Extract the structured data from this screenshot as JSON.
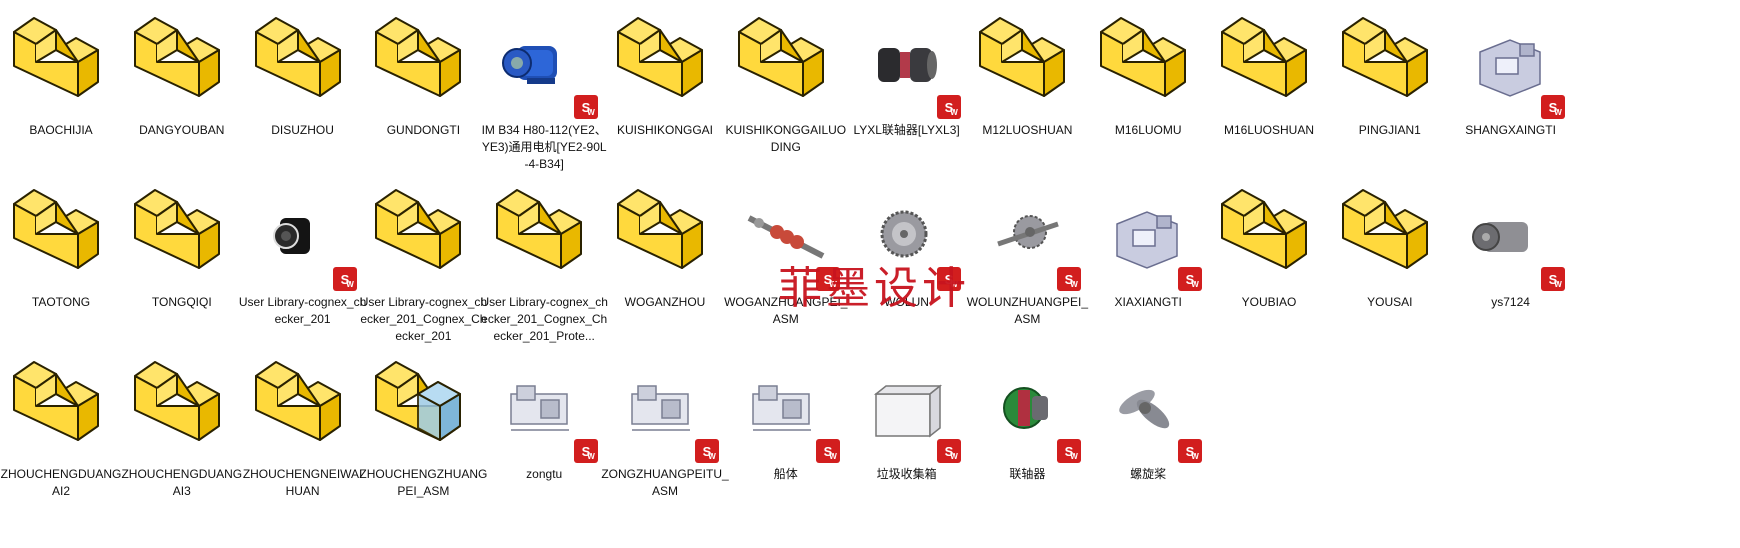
{
  "watermark": "菲墨设计",
  "sw_badge_text": "S",
  "colors": {
    "folder_face": "#FFD93D",
    "folder_side": "#E9B800",
    "folder_edge": "#2a2200",
    "sw_red": "#d21e1e",
    "selected_box": "#9ecbe6"
  },
  "rows": [
    [
      {
        "label": "BAOCHIJIA",
        "icon": "folder-icon"
      },
      {
        "label": "DANGYOUBAN",
        "icon": "folder-icon"
      },
      {
        "label": "DISUZHOU",
        "icon": "folder-icon"
      },
      {
        "label": "GUNDONGTI",
        "icon": "folder-icon"
      },
      {
        "label": "IM B34 H80-112(YE2、YE3)通用电机[YE2-90L-4-B34]",
        "icon": "motor-part-icon"
      },
      {
        "label": "KUISHIKONGGAI",
        "icon": "folder-icon"
      },
      {
        "label": "KUISHIKONGGAILUODING",
        "icon": "folder-icon"
      },
      {
        "label": "LYXL联轴器[LYXL3]",
        "icon": "coupling-part-icon"
      },
      {
        "label": "M12LUOSHUAN",
        "icon": "folder-icon"
      },
      {
        "label": "M16LUOMU",
        "icon": "folder-icon"
      },
      {
        "label": "M16LUOSHUAN",
        "icon": "folder-icon"
      },
      {
        "label": "PINGJIAN1",
        "icon": "folder-icon"
      },
      {
        "label": "SHANGXAINGTI",
        "icon": "housing-part-icon"
      }
    ],
    [
      {
        "label": "TAOTONG",
        "icon": "folder-icon"
      },
      {
        "label": "TONGQIQI",
        "icon": "folder-icon"
      },
      {
        "label": "User Library-cognex_checker_201",
        "icon": "camera-part-icon"
      },
      {
        "label": "User Library-cognex_checker_201_Cognex_Checker_201",
        "icon": "folder-icon"
      },
      {
        "label": "User Library-cognex_checker_201_Cognex_Checker_201_Prote...",
        "icon": "folder-icon"
      },
      {
        "label": "WOGANZHOU",
        "icon": "folder-icon"
      },
      {
        "label": "WOGANZHUANGPEI_ASM",
        "icon": "worm-shaft-part-icon"
      },
      {
        "label": "WOLUN",
        "icon": "gear-part-icon"
      },
      {
        "label": "WOLUNZHUANGPEI_ASM",
        "icon": "gear-shaft-part-icon"
      },
      {
        "label": "XIAXIANGTI",
        "icon": "housing-part-icon"
      },
      {
        "label": "YOUBIAO",
        "icon": "folder-icon"
      },
      {
        "label": "YOUSAI",
        "icon": "folder-icon"
      },
      {
        "label": "ys7124",
        "icon": "motor-grey-part-icon"
      }
    ],
    [
      {
        "label": "ZHOUCHENGDUANGAI2",
        "icon": "folder-icon"
      },
      {
        "label": "ZHOUCHENGDUANGAI3",
        "icon": "folder-icon"
      },
      {
        "label": "ZHOUCHENGNEIWAIHUAN",
        "icon": "folder-icon"
      },
      {
        "label": "ZHOUCHENGZHUANGPEI_ASM",
        "icon": "folder-selected-icon"
      },
      {
        "label": "zongtu",
        "icon": "assembly-part-icon"
      },
      {
        "label": "ZONGZHUANGPEITU_ASM",
        "icon": "assembly-part-icon"
      },
      {
        "label": "船体",
        "icon": "assembly-part-icon"
      },
      {
        "label": "垃圾收集箱",
        "icon": "box-part-icon"
      },
      {
        "label": "联轴器",
        "icon": "coupling-green-part-icon"
      },
      {
        "label": "螺旋桨",
        "icon": "propeller-part-icon"
      }
    ]
  ]
}
